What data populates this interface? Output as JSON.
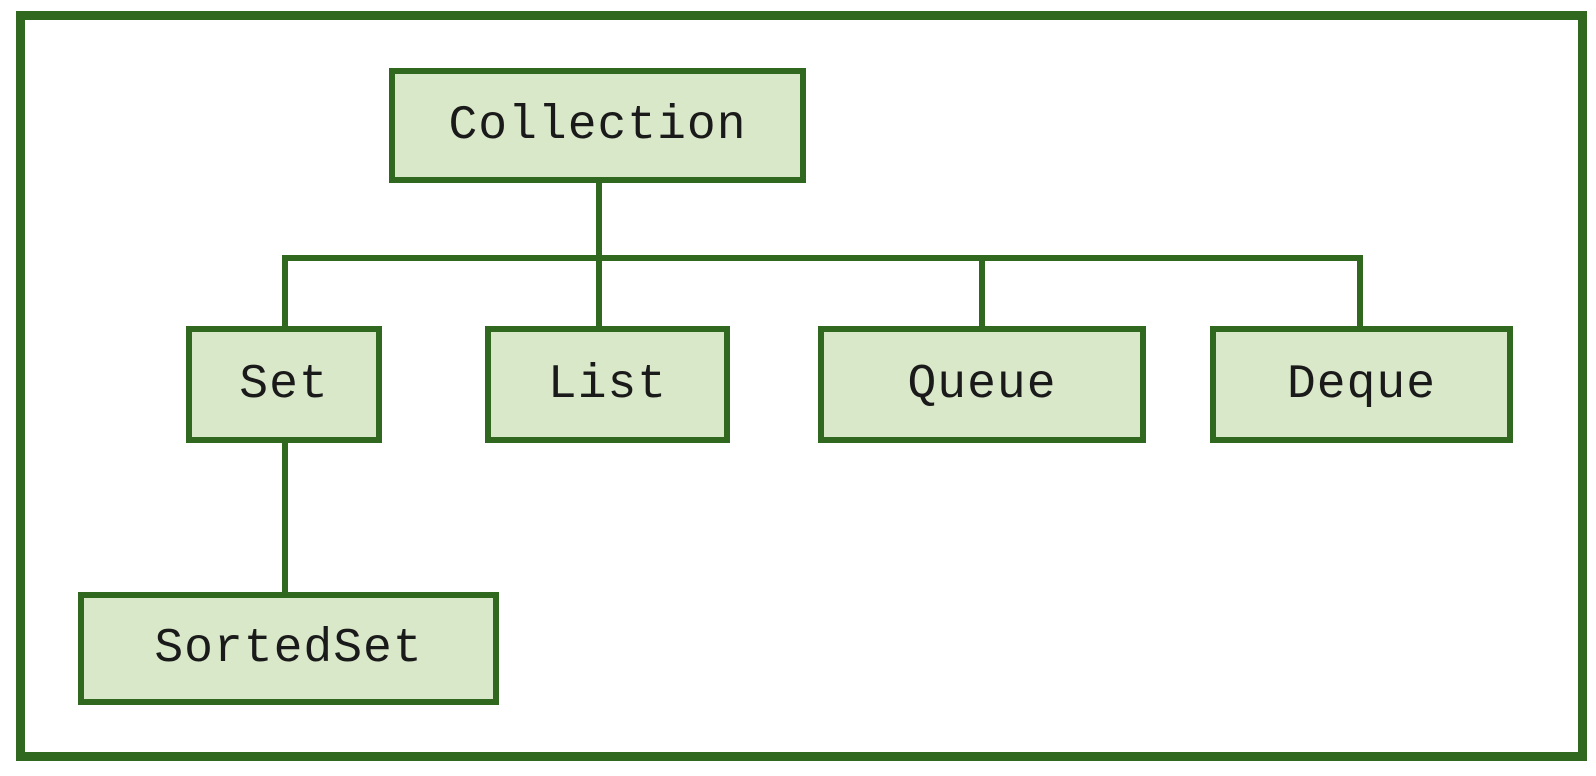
{
  "diagram": {
    "type": "hierarchy",
    "nodes": [
      {
        "id": "collection",
        "label": "Collection"
      },
      {
        "id": "set",
        "label": "Set"
      },
      {
        "id": "list",
        "label": "List"
      },
      {
        "id": "queue",
        "label": "Queue"
      },
      {
        "id": "deque",
        "label": "Deque"
      },
      {
        "id": "sortedset",
        "label": "SortedSet"
      }
    ],
    "edges": [
      {
        "from": "Collection",
        "to": "Set"
      },
      {
        "from": "Collection",
        "to": "List"
      },
      {
        "from": "Collection",
        "to": "Queue"
      },
      {
        "from": "Collection",
        "to": "Deque"
      },
      {
        "from": "Set",
        "to": "SortedSet"
      }
    ],
    "colors": {
      "node_fill": "#d9e8c8",
      "node_border": "#2f681e",
      "connector": "#2f681e",
      "frame_border": "#2f681e",
      "text": "#1a1a1a",
      "background": "#ffffff"
    }
  }
}
